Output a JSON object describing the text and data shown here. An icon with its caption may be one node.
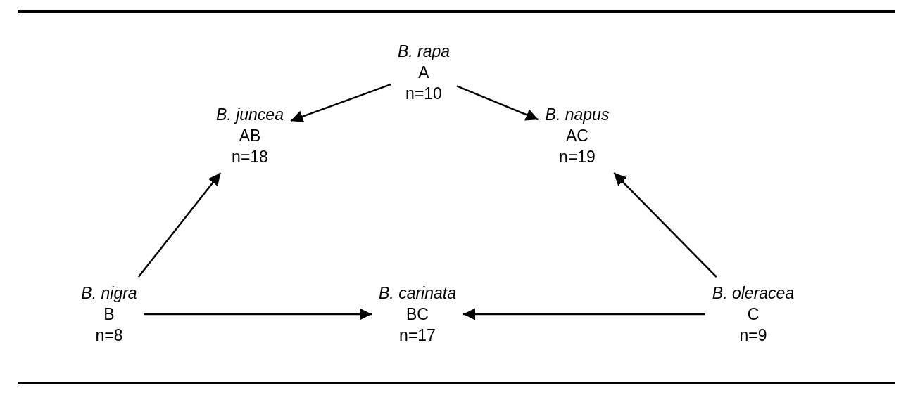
{
  "diagram": {
    "nodes": [
      {
        "text": [
          "B. rapa",
          "A",
          "n=10"
        ]
      },
      {
        "text": [
          "B. juncea",
          "AB",
          "n=18"
        ]
      },
      {
        "text": [
          "B. napus",
          "AC",
          "n=19"
        ]
      },
      {
        "text": [
          "B. nigra",
          "B",
          "n=8"
        ]
      },
      {
        "text": [
          "B. carinata",
          "BC",
          "n=17"
        ]
      },
      {
        "text": [
          "B. oleracea",
          "C",
          "n=9"
        ]
      }
    ],
    "edges": [
      {
        "from": 0,
        "to": 1,
        "arrow": "to"
      },
      {
        "from": 0,
        "to": 2,
        "arrow": "to"
      },
      {
        "from": 3,
        "to": 1,
        "arrow": "to"
      },
      {
        "from": 3,
        "to": 4,
        "arrow": "to"
      },
      {
        "from": 5,
        "to": 4,
        "arrow": "to"
      },
      {
        "from": 5,
        "to": 2,
        "arrow": "to"
      }
    ]
  }
}
